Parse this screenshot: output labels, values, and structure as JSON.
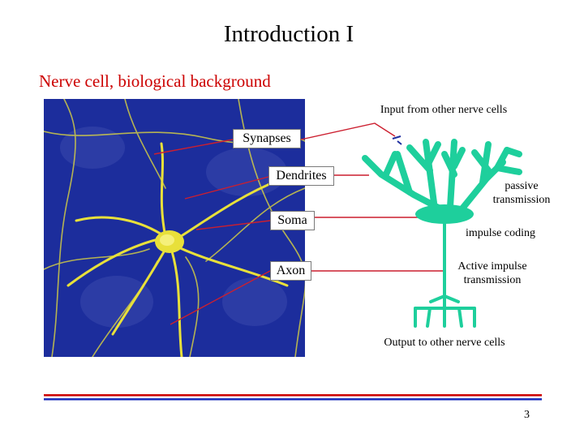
{
  "slide": {
    "title": "Introduction I",
    "subtitle": "Nerve cell, biological background",
    "page_number": "3"
  },
  "micrograph": {
    "background_color": "#1c2d9c",
    "stain_color": "#e8e03a"
  },
  "labels": {
    "synapses": "Synapses",
    "dendrites": "Dendrites",
    "soma": "Soma",
    "axon": "Axon"
  },
  "diagram": {
    "input": "Input from other nerve cells",
    "passive_line1": "passive",
    "passive_line2": "transmission",
    "impulse_coding": "impulse coding",
    "active_line1": "Active impulse",
    "active_line2": "transmission",
    "output": "Output to other nerve cells",
    "neuron_color": "#1ecf9c",
    "pointer_color": "#cc1f2f",
    "synapse_marker_color": "#1f2fa0"
  },
  "footer": {
    "rule_colors": [
      "#cc0000",
      "#1a2dbb"
    ]
  }
}
